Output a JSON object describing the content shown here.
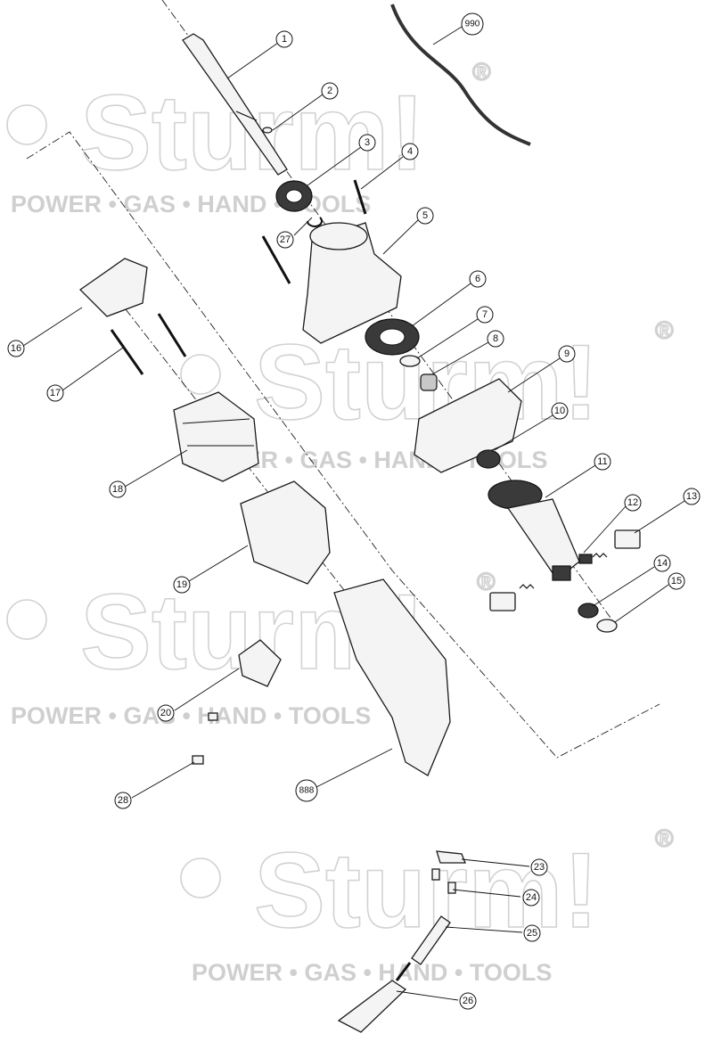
{
  "watermark": {
    "brand": "Sturm!",
    "registered": "®",
    "tagline": "POWER • GAS • HAND • TOOLS"
  },
  "callouts": [
    {
      "id": "1",
      "label": "1"
    },
    {
      "id": "2",
      "label": "2"
    },
    {
      "id": "3",
      "label": "3"
    },
    {
      "id": "4",
      "label": "4"
    },
    {
      "id": "5",
      "label": "5"
    },
    {
      "id": "6",
      "label": "6"
    },
    {
      "id": "7",
      "label": "7"
    },
    {
      "id": "8",
      "label": "8"
    },
    {
      "id": "9",
      "label": "9"
    },
    {
      "id": "10",
      "label": "10"
    },
    {
      "id": "11",
      "label": "11"
    },
    {
      "id": "12",
      "label": "12"
    },
    {
      "id": "13",
      "label": "13"
    },
    {
      "id": "14",
      "label": "14"
    },
    {
      "id": "15",
      "label": "15"
    },
    {
      "id": "16",
      "label": "16"
    },
    {
      "id": "17",
      "label": "17"
    },
    {
      "id": "18",
      "label": "18"
    },
    {
      "id": "19",
      "label": "19"
    },
    {
      "id": "20",
      "label": "20"
    },
    {
      "id": "23",
      "label": "23"
    },
    {
      "id": "24",
      "label": "24"
    },
    {
      "id": "25",
      "label": "25"
    },
    {
      "id": "26",
      "label": "26"
    },
    {
      "id": "27",
      "label": "27"
    },
    {
      "id": "28",
      "label": "28"
    },
    {
      "id": "888",
      "label": "888"
    },
    {
      "id": "990",
      "label": "990"
    }
  ]
}
